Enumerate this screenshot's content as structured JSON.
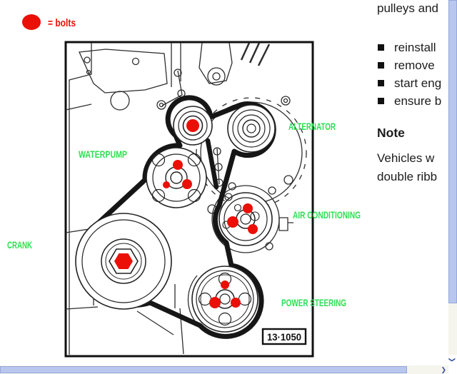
{
  "legend": {
    "symbol_color": "#ea1008",
    "label": "= bolts"
  },
  "diagram": {
    "figure_number": "13·1050",
    "line_color": "#2e2e2e",
    "belt_color": "#161616",
    "bolt_color": "#ea1008",
    "label_color": "#2ee052",
    "labels": {
      "waterpump": "WATERPUMP",
      "alternator": "ALTERNATOR",
      "air_conditioning": "AIR CONDITIONING",
      "crank": "CRANK",
      "power_steering": "POWER STEERING"
    }
  },
  "text_column": {
    "intro_line": "pulleys and",
    "bullets": [
      "reinstall",
      "remove",
      "start eng",
      "ensure b"
    ],
    "note_heading": "Note",
    "note_line1": "Vehicles w",
    "note_line2": "double ribb"
  },
  "scrollbar": {
    "thumb_color": "#b9c7ee",
    "track_color": "#f5f5ee",
    "down_arrow": "❯",
    "right_arrow": "❯"
  }
}
